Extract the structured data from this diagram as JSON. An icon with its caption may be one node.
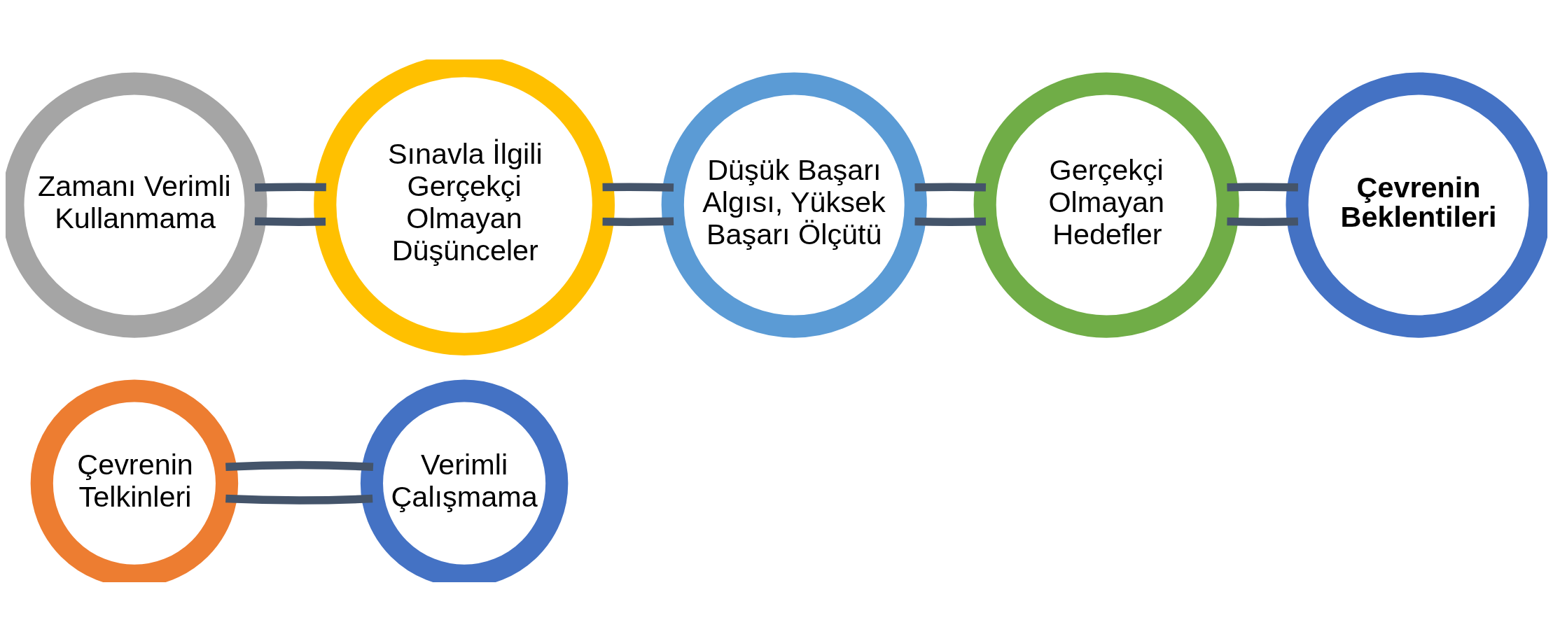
{
  "diagram": {
    "nodes": [
      {
        "text": [
          "Verimli Çalışmama"
        ]
      },
      {
        "text": [
          "Çevrenin Telkinleri"
        ]
      },
      {
        "text": [
          "Zamanı Verimli Kullanmama"
        ]
      },
      {
        "text": [
          "Sınavla İlgili Gerçekçi Olmayan Düşünceler"
        ]
      },
      {
        "text": [
          "Gerçekçi Olmayan Hedefler"
        ]
      },
      {
        "text": [
          "Düşük Başarı Algısı, Yüksek Başarı Ölçütü"
        ]
      },
      {
        "text": [
          "Çevrenin Beklentileri"
        ]
      }
    ],
    "edges": [
      {
        "from": 1,
        "to": 0,
        "arrow": "none"
      },
      {
        "from": 1,
        "to": 0,
        "arrow": "none"
      },
      {
        "from": 2,
        "to": 3,
        "arrow": "none"
      },
      {
        "from": 2,
        "to": 3,
        "arrow": "none"
      },
      {
        "from": 3,
        "to": 5,
        "arrow": "none"
      },
      {
        "from": 3,
        "to": 5,
        "arrow": "none"
      },
      {
        "from": 5,
        "to": 4,
        "arrow": "none"
      },
      {
        "from": 5,
        "to": 4,
        "arrow": "none"
      },
      {
        "from": 4,
        "to": 6,
        "arrow": "none"
      },
      {
        "from": 4,
        "to": 6,
        "arrow": "none"
      }
    ]
  }
}
